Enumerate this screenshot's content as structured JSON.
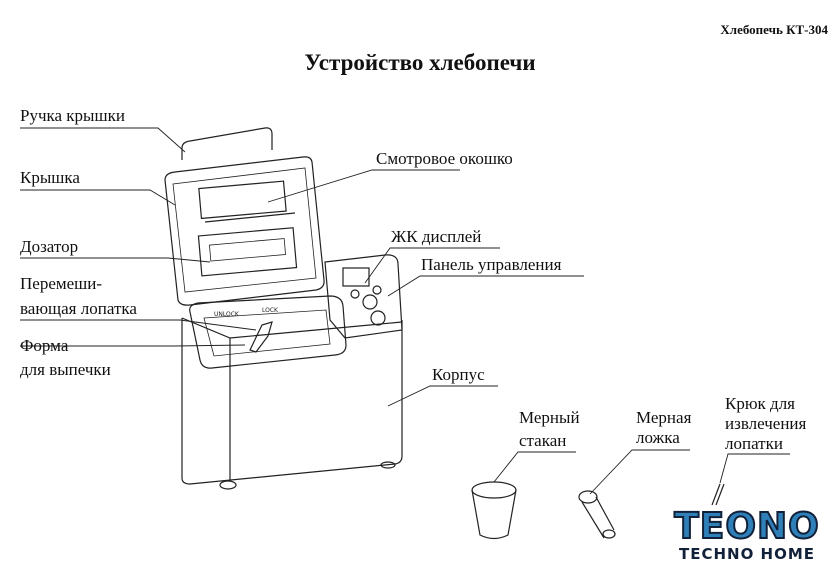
{
  "header": {
    "model": "Хлебопечь КТ-304",
    "title": "Устройство хлебопечи"
  },
  "labels": {
    "lid_handle": "Ручка крышки",
    "lid": "Крышка",
    "dispenser": "Дозатор",
    "paddle_1": "Перемеши-",
    "paddle_2": "вающая лопатка",
    "pan_1": "Форма",
    "pan_2": "для выпечки",
    "window": "Смотровое окошко",
    "lcd": "ЖК дисплей",
    "panel": "Панель управления",
    "body": "Корпус",
    "cup_1": "Мерный",
    "cup_2": "стакан",
    "spoon_1": "Мерная",
    "spoon_2": "ложка",
    "hook_1": "Крюк для",
    "hook_2": "извлечения",
    "hook_3": "лопатки"
  },
  "device_marks": {
    "unlock": "UNLOCK",
    "lock": "LOCK"
  },
  "logo": {
    "main": "TEONO",
    "sub": "TECHNO HOME"
  }
}
